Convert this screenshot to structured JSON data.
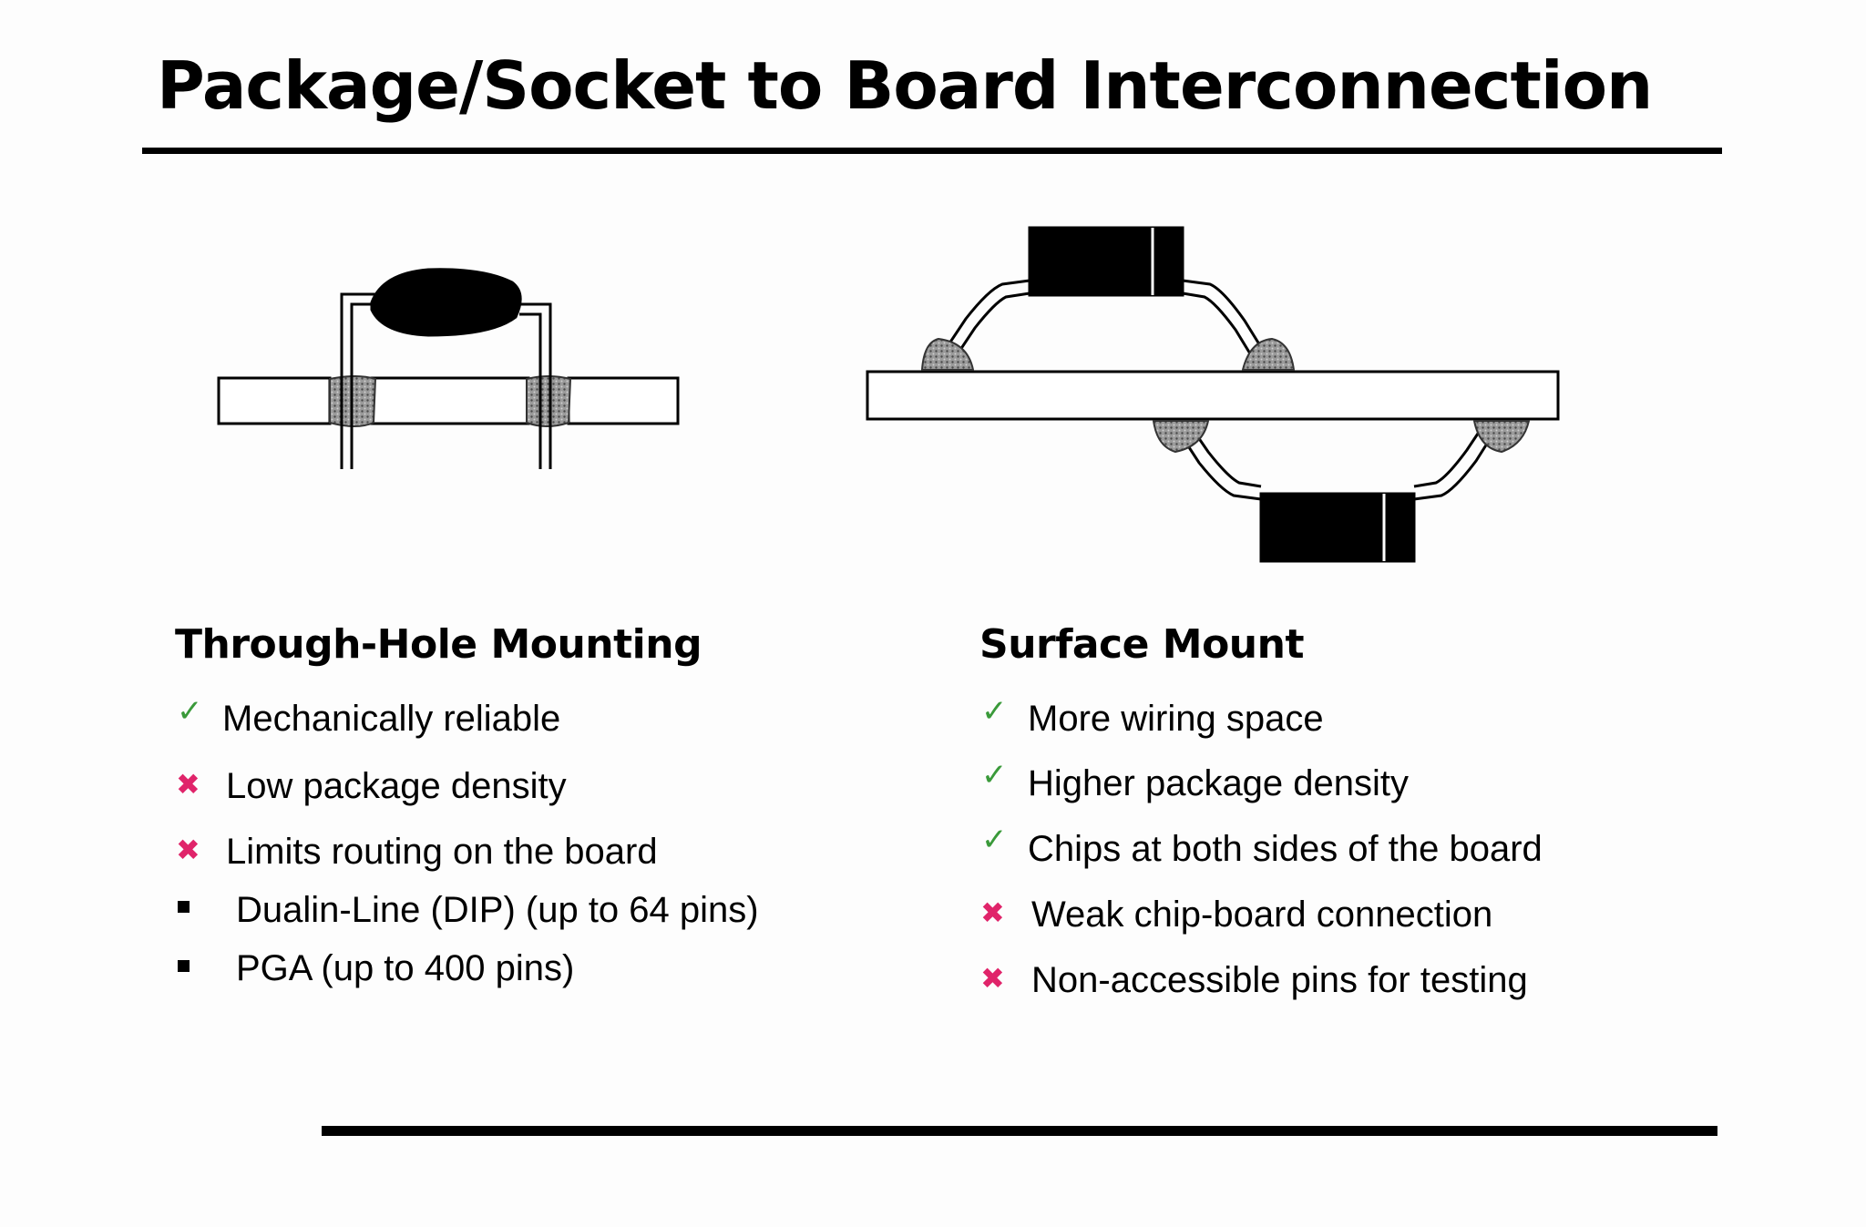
{
  "title": "Package/Socket to Board Interconnection",
  "left": {
    "heading": "Through-Hole Mounting",
    "items": [
      {
        "icon": "check-icon",
        "text": "Mechanically reliable"
      },
      {
        "icon": "cross-icon",
        "text": "Low package density"
      },
      {
        "icon": "cross-icon",
        "text": "Limits routing on the board"
      },
      {
        "icon": "square-bullet-icon",
        "text": "Dualin-Line (DIP) (up to 64 pins)"
      },
      {
        "icon": "square-bullet-icon",
        "text": "PGA (up to 400 pins)"
      }
    ]
  },
  "right": {
    "heading": "Surface Mount",
    "items": [
      {
        "icon": "check-icon",
        "text": "More wiring space"
      },
      {
        "icon": "check-icon",
        "text": "Higher package density"
      },
      {
        "icon": "check-icon",
        "text": "Chips at both sides of the board"
      },
      {
        "icon": "cross-icon",
        "text": "Weak chip-board connection"
      },
      {
        "icon": "cross-icon",
        "text": "Non-accessible pins for testing"
      }
    ]
  },
  "colors": {
    "check": "#3a9a3a",
    "cross": "#e0246a",
    "solder": "#8a8a8a"
  }
}
